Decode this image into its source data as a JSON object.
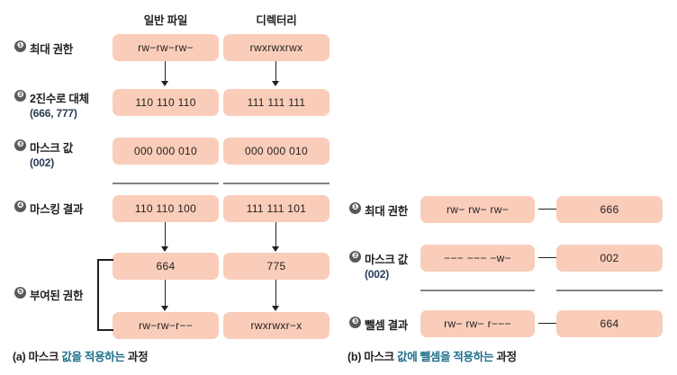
{
  "figure": {
    "panel_a": {
      "caption": "(a) 마스크 값을 적용하는 과정",
      "caption_prefix": "(a) 마스크 ",
      "caption_highlight": "값을 적용하는",
      "caption_suffix": " 과정",
      "columns": [
        {
          "header": "일반 파일"
        },
        {
          "header": "디렉터리"
        }
      ],
      "steps": [
        {
          "num": "❶",
          "label": "최대 권한",
          "sub": ""
        },
        {
          "num": "❷",
          "label": "2진수로 대체",
          "sub": "(666, 777)",
          "sub_plain": "(666, ",
          "sub_italic": "777",
          "sub_tail": ")"
        },
        {
          "num": "❸",
          "label": "마스크 값",
          "sub": "(002)"
        },
        {
          "num": "❹",
          "label": "마스킹 결과",
          "sub": ""
        },
        {
          "num": "❺",
          "label": "부여된 권한",
          "sub": ""
        }
      ],
      "values": {
        "max_perm": {
          "file": "rw−rw−rw−",
          "dir": "rwxrwxrwx"
        },
        "binary": {
          "file": "110 110 110",
          "dir": "111 111 111"
        },
        "mask": {
          "file": "000 000 010",
          "dir": "000 000 010"
        },
        "masked": {
          "file": "110 110 100",
          "dir": "111 111 101"
        },
        "octal": {
          "file": "664",
          "dir": "775"
        },
        "granted": {
          "file": "rw−rw−r−−",
          "dir": "rwxrwxr−x"
        }
      }
    },
    "panel_b": {
      "caption": "(b) 마스크 값에 뺄셈을 적용하는 과정",
      "caption_prefix": "(b) 마스크 ",
      "caption_highlight": "값에 뺄셈을 적용하는",
      "caption_suffix": " 과정",
      "rows": [
        {
          "num": "❶",
          "label": "최대 권한",
          "sub": "",
          "symbolic": "rw− rw− rw−",
          "octal": "666"
        },
        {
          "num": "❷",
          "label": "마스크 값",
          "sub": "(002)",
          "symbolic": "−−− −−− −w−",
          "octal": "002"
        },
        {
          "num": "❸",
          "label": "뺄셈 결과",
          "sub": "",
          "symbolic": "rw− rw− r−−−",
          "octal": "664"
        }
      ]
    }
  },
  "colors": {
    "box_fill": "#f9cdb9",
    "bullet_fill": "#58595b",
    "rule": "#808285",
    "text": "#231f20",
    "sub_text": "#2b3a55",
    "caption_highlight": "#1f6f8b"
  }
}
